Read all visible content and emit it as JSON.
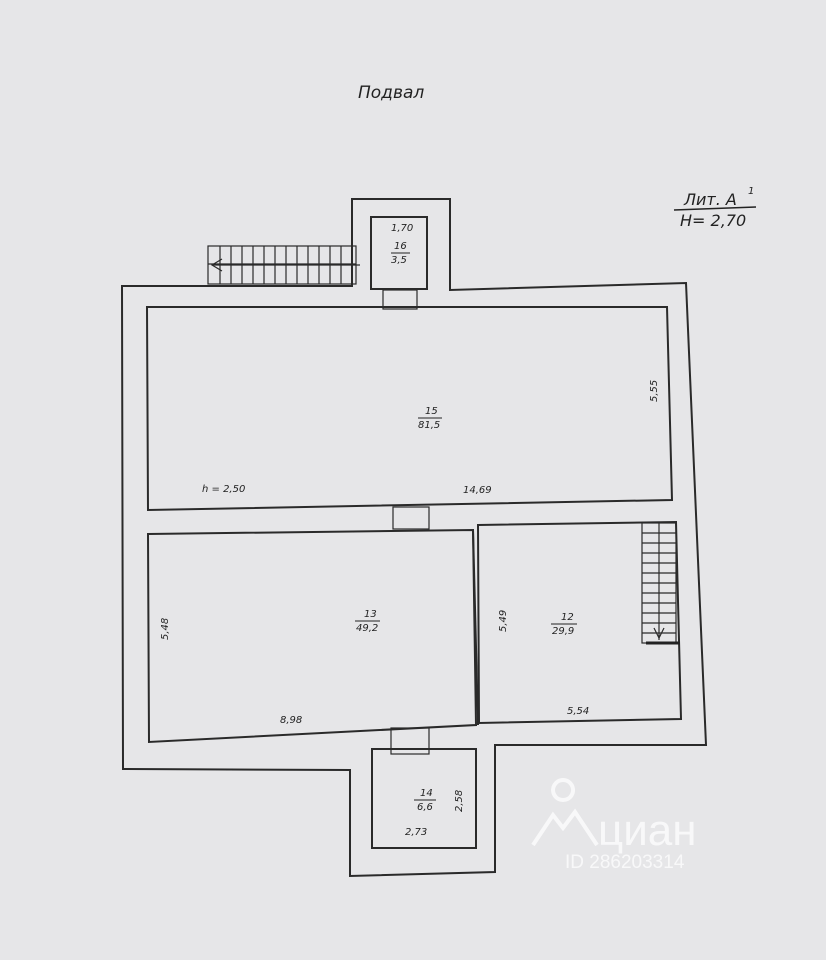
{
  "title": "Подвал",
  "header": {
    "lit": "Лит. А",
    "lit_sup": "1",
    "height": "H= 2,70"
  },
  "rooms": [
    {
      "num": "16",
      "area": "3,5"
    },
    {
      "num": "15",
      "area": "81,5"
    },
    {
      "num": "13",
      "area": "49,2"
    },
    {
      "num": "12",
      "area": "29,9"
    },
    {
      "num": "14",
      "area": "6,6"
    }
  ],
  "dims": {
    "d_170": "1,70",
    "d_555": "5,55",
    "d_1469": "14,69",
    "h_250": "h = 2,50",
    "d_548": "5,48",
    "d_898": "8,98",
    "d_549": "5,49",
    "d_554": "5,54",
    "d_258": "2,58",
    "d_273": "2,73"
  },
  "watermark": {
    "brand": "циан",
    "id": "ID 286203314"
  }
}
